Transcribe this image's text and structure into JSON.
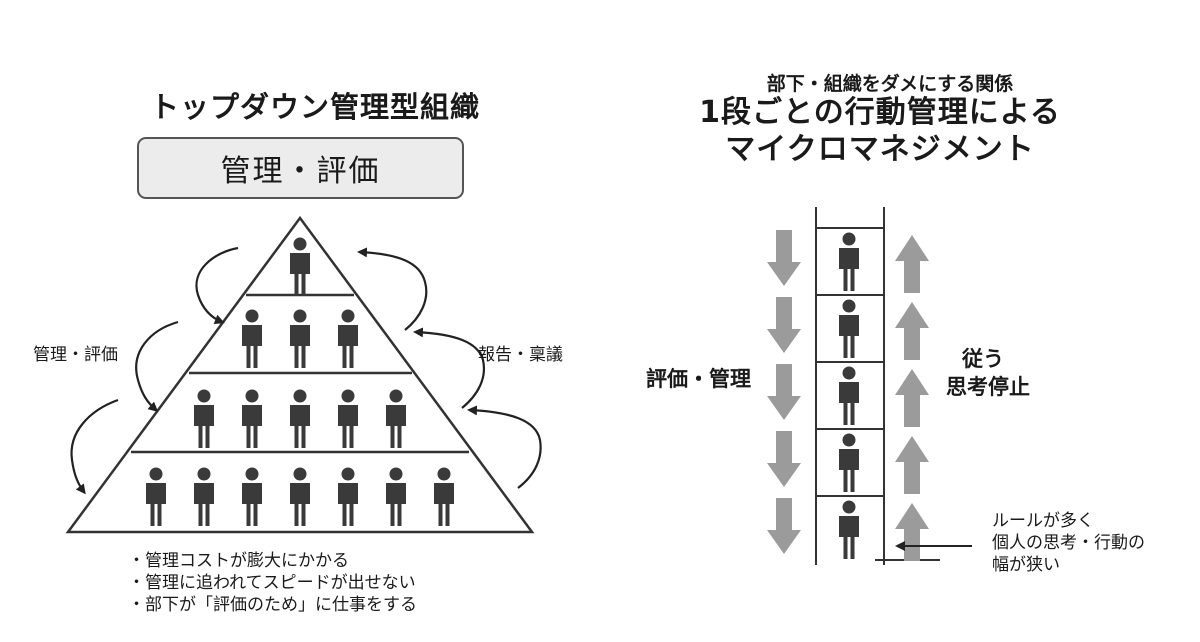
{
  "left": {
    "title": "トップダウン管理型組織",
    "top_box": "管理・評価",
    "left_label": "管理・評価",
    "right_label": "報告・稟議",
    "bullets": [
      "・管理コストが膨大にかかる",
      "・管理に追われてスピードが出せない",
      "・部下が「評価のため」に仕事をする"
    ],
    "tier_people": [
      1,
      3,
      5,
      7
    ]
  },
  "right": {
    "subtitle": "部下・組織をダメにする関係",
    "title_line1": "1段ごとの行動管理による",
    "title_line2": "マイクロマネジメント",
    "left_label": "評価・管理",
    "right_label_line1": "従う",
    "right_label_line2": "思考停止",
    "note_lines": [
      "ルールが多く",
      "個人の思考・行動の",
      "幅が狭い"
    ],
    "ladder_people": 5
  },
  "colors": {
    "figure": "#3a3a3a",
    "arrow_gray": "#9b9b9b",
    "line": "#333333",
    "box_fill": "#ececec"
  },
  "icons": {
    "person": "person-icon",
    "down_arrow": "arrow-down-icon",
    "up_arrow": "arrow-up-icon",
    "curved_arrow": "curved-arrow-icon"
  }
}
